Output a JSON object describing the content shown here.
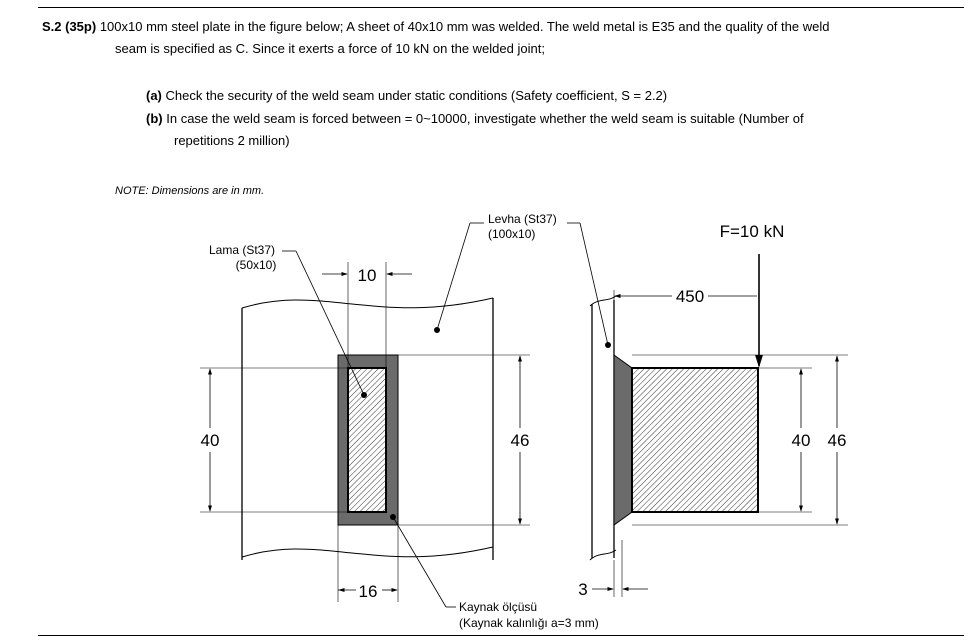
{
  "question": {
    "number": "S.2 (35p)",
    "text_line1": "100x10 mm steel plate in the figure below; A sheet of 40x10 mm was welded. The weld metal is E35 and the quality of the weld",
    "text_line2": "seam is specified as C. Since it exerts a force of 10 kN on the welded joint;",
    "part_a_label": "(a)",
    "part_a_text": "Check the security of the weld seam under static conditions (Safety coefficient, S = 2.2)",
    "part_b_label": "(b)",
    "part_b_text_line1": "In case the weld seam is forced between = 0~10000, investigate whether the weld seam is suitable (Number of",
    "part_b_text_line2": "repetitions 2 million)"
  },
  "note": "NOTE: Dimensions are in mm.",
  "figure": {
    "lama_label": "Lama (St37)",
    "lama_size": "(50x10)",
    "levha_label": "Levha (St37)",
    "levha_size": "(100x10)",
    "force_label": "F=10 kN",
    "dim_width_top": "10",
    "dim_bottom_width": "16",
    "dim_left_height": "40",
    "dim_mid_height": "46",
    "dim_length": "450",
    "dim_thickness": "3",
    "dim_right_40": "40",
    "dim_right_46": "46",
    "weld_label": "Kaynak ölçüsü",
    "weld_thickness": "(Kaynak kalınlığı a=3 mm)"
  }
}
